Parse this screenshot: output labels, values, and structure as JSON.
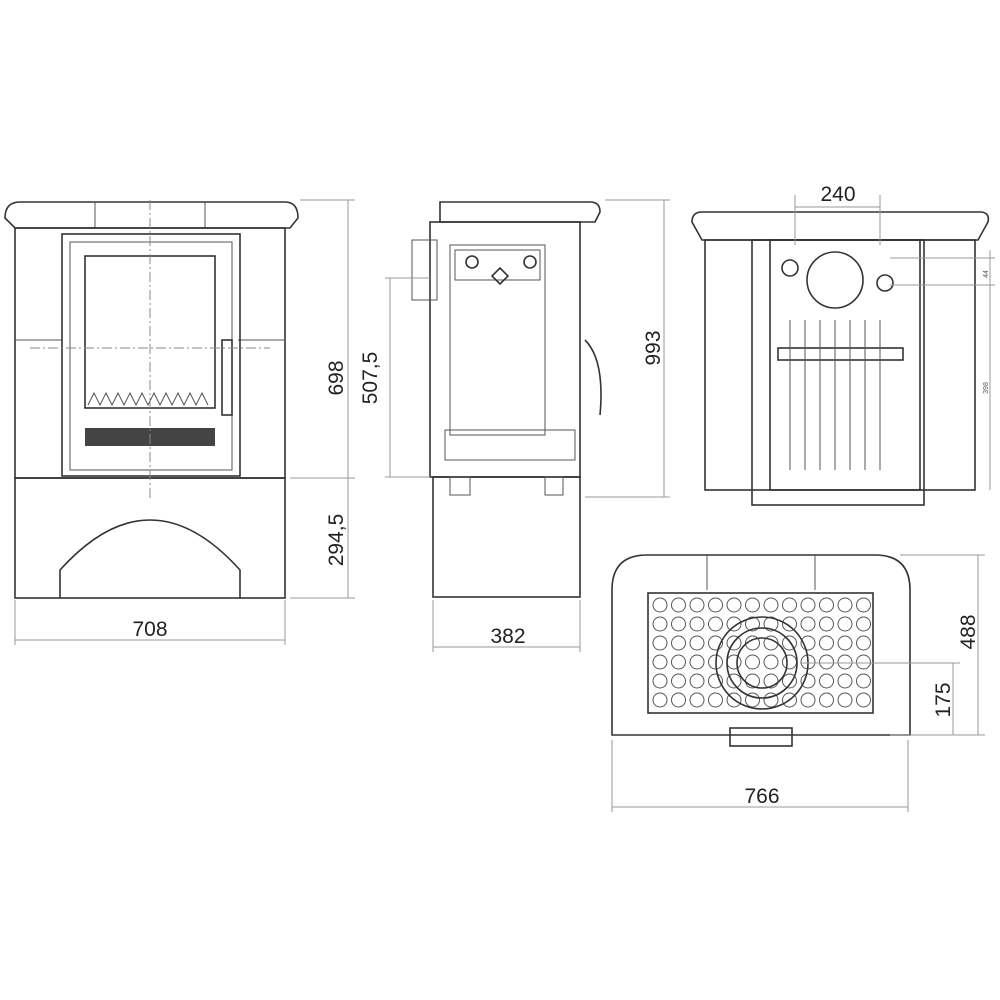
{
  "dimensions": {
    "front_width": "708",
    "front_upper_height": "698",
    "front_base_height": "294,5",
    "side_depth": "382",
    "side_firebox_height": "507,5",
    "side_total_height": "993",
    "rear_flue_spacing": "240",
    "rear_flue_offset": "44",
    "rear_flue_height": "398",
    "top_width": "766",
    "top_depth": "488",
    "top_flue_offset": "175"
  }
}
